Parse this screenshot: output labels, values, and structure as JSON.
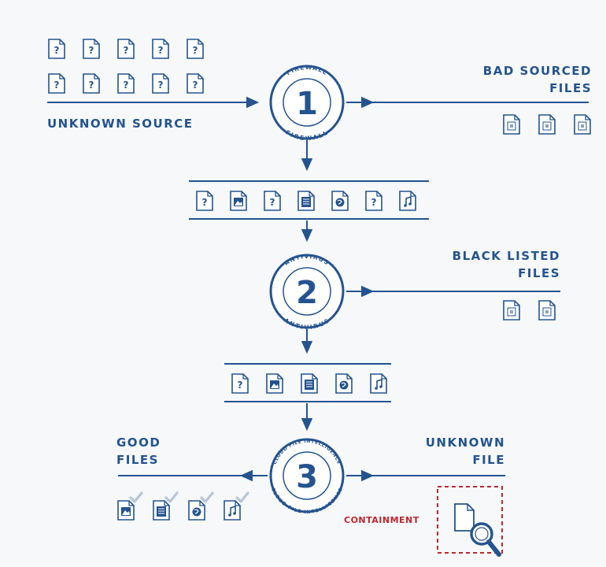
{
  "stages": [
    {
      "number": "1",
      "ring_top": "FIREWALL",
      "ring_bottom": "FIREWALL"
    },
    {
      "number": "2",
      "ring_top": "ANTIVIRUS",
      "ring_bottom": "ANTIVIRUS"
    },
    {
      "number": "3",
      "ring_top": "CLOUD FILE INTELLIGENCE",
      "ring_bottom": "CLOUD FILE INTELLIGENCE"
    }
  ],
  "labels": {
    "unknown_source": "UNKNOWN SOURCE",
    "bad_sourced": [
      "BAD SOURCED",
      "FILES"
    ],
    "black_listed": [
      "BLACK LISTED",
      "FILES"
    ],
    "good_files": [
      "GOOD",
      "FILES"
    ],
    "unknown_file": [
      "UNKNOWN",
      "FILE"
    ],
    "containment": "CONTAINMENT"
  },
  "file_rows": {
    "source_row_1": [
      "unknown-file-icon",
      "unknown-file-icon",
      "unknown-file-icon",
      "unknown-file-icon",
      "unknown-file-icon"
    ],
    "source_row_2": [
      "unknown-file-icon",
      "unknown-file-icon",
      "unknown-file-icon",
      "unknown-file-icon",
      "unknown-file-icon"
    ],
    "bad_sourced": [
      "blocked-file-icon",
      "blocked-file-icon",
      "blocked-file-icon"
    ],
    "after_firewall": [
      "unknown-file-icon",
      "image-file-icon",
      "unknown-file-icon",
      "document-file-icon",
      "web-file-icon",
      "unknown-file-icon",
      "music-file-icon"
    ],
    "black_listed": [
      "blocked-file-icon",
      "blocked-file-icon"
    ],
    "after_antivirus": [
      "unknown-file-icon",
      "image-file-icon",
      "document-file-icon",
      "web-file-icon",
      "music-file-icon"
    ],
    "good_files": [
      "image-file-icon",
      "document-file-icon",
      "web-file-icon",
      "music-file-icon"
    ],
    "contained": [
      "file-magnifier-icon"
    ]
  },
  "colors": {
    "primary": "#24538f",
    "accent_red": "#c0262d",
    "check_gray": "#b7c6d6",
    "background": "#f6f8fa"
  }
}
